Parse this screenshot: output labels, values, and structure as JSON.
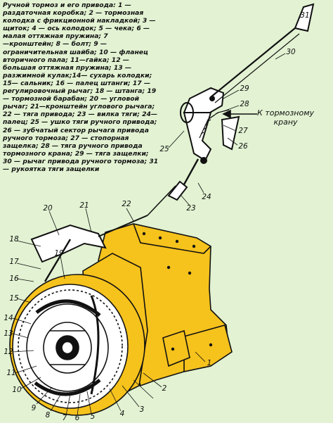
{
  "caption": [
    "Ручной тормоз и его привода: 1 —",
    "раздаточная коробка; 2 — тормозная",
    "колодка с фрикционной накладкой; 3 —",
    "щиток; 4 — ось колодок; 5 — чека; 6 —",
    "малая оттяжная пружина; 7",
    "—кронштейн; 8 — болт; 9 —",
    "ограничительная шайба; 10 — фланец",
    "вторичного пала; 11—гайка; 12 —",
    "большая оттяжная пружина; 13 —",
    "разжимной кулак;14— сухарь колодки;",
    "15— сальник; 16 — палец штанги; 17 —",
    "регулировочный рычаг; 18 — штанга; 19",
    "— тормозной барабан; 20 — угловой",
    "рычаг; 21—кронштейн углового рычага;",
    "22 — тяга привода; 23 — вилка тяги; 24—",
    "палец; 25 — ушко тяги ручного привода;",
    "26 — зубчатый сектор рычага привода",
    "ручного тормоза; 27 — стопорная",
    "защелка; 28 — тяга ручного привода",
    "тормозного крана; 29 — тяга защелки;",
    "30 — рычаг привода ручного тормоза; 31",
    "— рукоятка тяги защелки"
  ],
  "arrow_label": [
    "К тормозному",
    "крану"
  ],
  "callouts": [
    "31",
    "30",
    "29",
    "28",
    "27",
    "26",
    "25",
    "24",
    "23",
    "22",
    "21",
    "20",
    "19",
    "18",
    "17",
    "16",
    "15",
    "14",
    "13",
    "12",
    "11",
    "10",
    "9",
    "8",
    "7",
    "6",
    "5",
    "4",
    "3",
    "2",
    "1"
  ],
  "colors": {
    "background": "#e2f2d2",
    "housing": "#f6c21c",
    "ink": "#111111"
  }
}
